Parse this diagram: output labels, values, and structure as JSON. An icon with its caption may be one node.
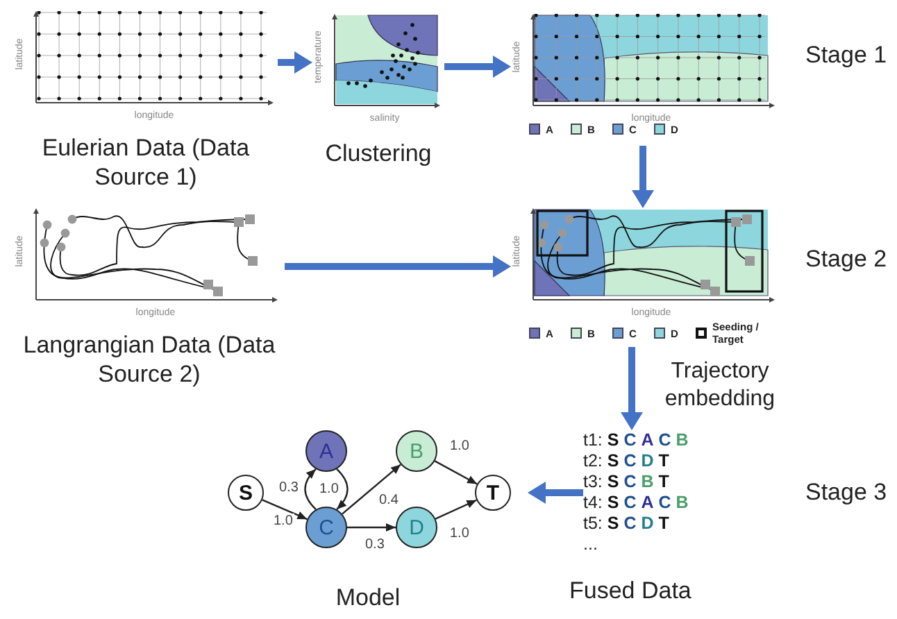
{
  "diagram": {
    "nodes": [
      {
        "text": [
          "latitude",
          "longitude",
          "Eulerian Data (Data Source 1)"
        ]
      },
      {
        "text": [
          "temperature",
          "salinity",
          "Clustering"
        ]
      },
      {
        "text": [
          "latitude",
          "longitude"
        ]
      },
      {
        "text": [
          "latitude",
          "longitude",
          "Langrangian Data (Data Source 2)"
        ]
      },
      {
        "text": [
          "latitude",
          "longitude"
        ]
      },
      {
        "text": [
          "t1: S C A C B",
          "t2: S C D T",
          "t3: S C B T",
          "t4: S C A C B",
          "t5: S C D T",
          "...",
          "Fused Data"
        ]
      },
      {
        "text": [
          "Model"
        ]
      },
      {
        "text": [
          "S"
        ],
        "in": 6
      },
      {
        "text": [
          "A"
        ],
        "in": 6
      },
      {
        "text": [
          "C"
        ],
        "in": 6
      },
      {
        "text": [
          "B"
        ],
        "in": 6
      },
      {
        "text": [
          "D"
        ],
        "in": 6
      },
      {
        "text": [
          "T"
        ],
        "in": 6
      }
    ],
    "edges": [
      {
        "from": 0,
        "to": 1,
        "arrow": "to",
        "style": "thick",
        "color": "#4472c4"
      },
      {
        "from": 1,
        "to": 2,
        "arrow": "to",
        "style": "thick",
        "color": "#4472c4"
      },
      {
        "from": 2,
        "to": 4,
        "arrow": "to",
        "style": "thick",
        "color": "#4472c4"
      },
      {
        "from": 3,
        "to": 4,
        "arrow": "to",
        "style": "thick",
        "color": "#4472c4"
      },
      {
        "from": 4,
        "to": 5,
        "arrow": "to",
        "label": "Trajectory embedding",
        "style": "thick",
        "color": "#4472c4"
      },
      {
        "from": 5,
        "to": 6,
        "arrow": "to",
        "style": "thick",
        "color": "#4472c4"
      },
      {
        "from": 7,
        "to": 9,
        "arrow": "to",
        "label": "1.0"
      },
      {
        "from": 9,
        "to": 8,
        "arrow": "to",
        "label": "0.3"
      },
      {
        "from": 8,
        "to": 9,
        "arrow": "to",
        "label": "1.0"
      },
      {
        "from": 9,
        "to": 10,
        "arrow": "to",
        "label": "0.4"
      },
      {
        "from": 9,
        "to": 11,
        "arrow": "to",
        "label": "0.3"
      },
      {
        "from": 10,
        "to": 12,
        "arrow": "to",
        "label": "1.0"
      },
      {
        "from": 11,
        "to": 12,
        "arrow": "to",
        "label": "1.0"
      }
    ],
    "labels": [
      "Stage 1",
      "Stage 2",
      "Stage 3"
    ],
    "legend": [
      {
        "text": "A",
        "color": "#6f73b8"
      },
      {
        "text": "B",
        "color": "#c8ecd4"
      },
      {
        "text": "C",
        "color": "#6b9fd4"
      },
      {
        "text": "D",
        "color": "#8ed6dd"
      },
      {
        "text": "A",
        "color": "#6f73b8"
      },
      {
        "text": "B",
        "color": "#c8ecd4"
      },
      {
        "text": "C",
        "color": "#6b9fd4"
      },
      {
        "text": "D",
        "color": "#8ed6dd"
      },
      {
        "text": "Seeding / Target"
      }
    ]
  }
}
